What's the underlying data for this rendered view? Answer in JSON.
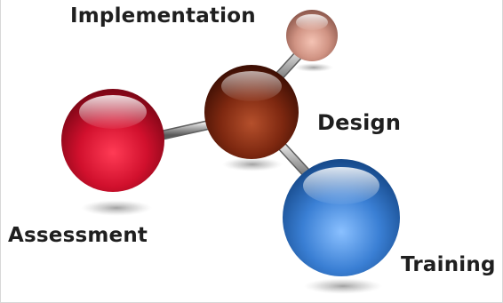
{
  "diagram": {
    "nodes": [
      {
        "id": "implementation",
        "label": "Implementation",
        "color": "#d89a8a"
      },
      {
        "id": "design",
        "label": "Design",
        "color": "#8a2a10"
      },
      {
        "id": "assessment",
        "label": "Assessment",
        "color": "#c8102e"
      },
      {
        "id": "training",
        "label": "Training",
        "color": "#3a7fd0"
      }
    ],
    "edges": [
      {
        "from": "design",
        "to": "implementation"
      },
      {
        "from": "design",
        "to": "assessment"
      },
      {
        "from": "design",
        "to": "training"
      }
    ]
  }
}
